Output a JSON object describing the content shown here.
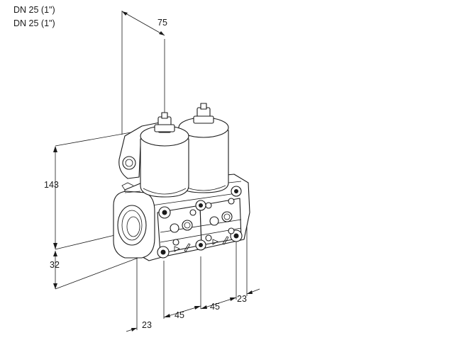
{
  "header": {
    "line1": "DN 25 (1\")",
    "line2": "DN 25 (1\")"
  },
  "dimensions": {
    "top_depth": "75",
    "height": "143",
    "inlet_height": "32",
    "flange_offset": "23",
    "spacing_1": "45",
    "spacing_2": "45",
    "end_offset": "23"
  }
}
